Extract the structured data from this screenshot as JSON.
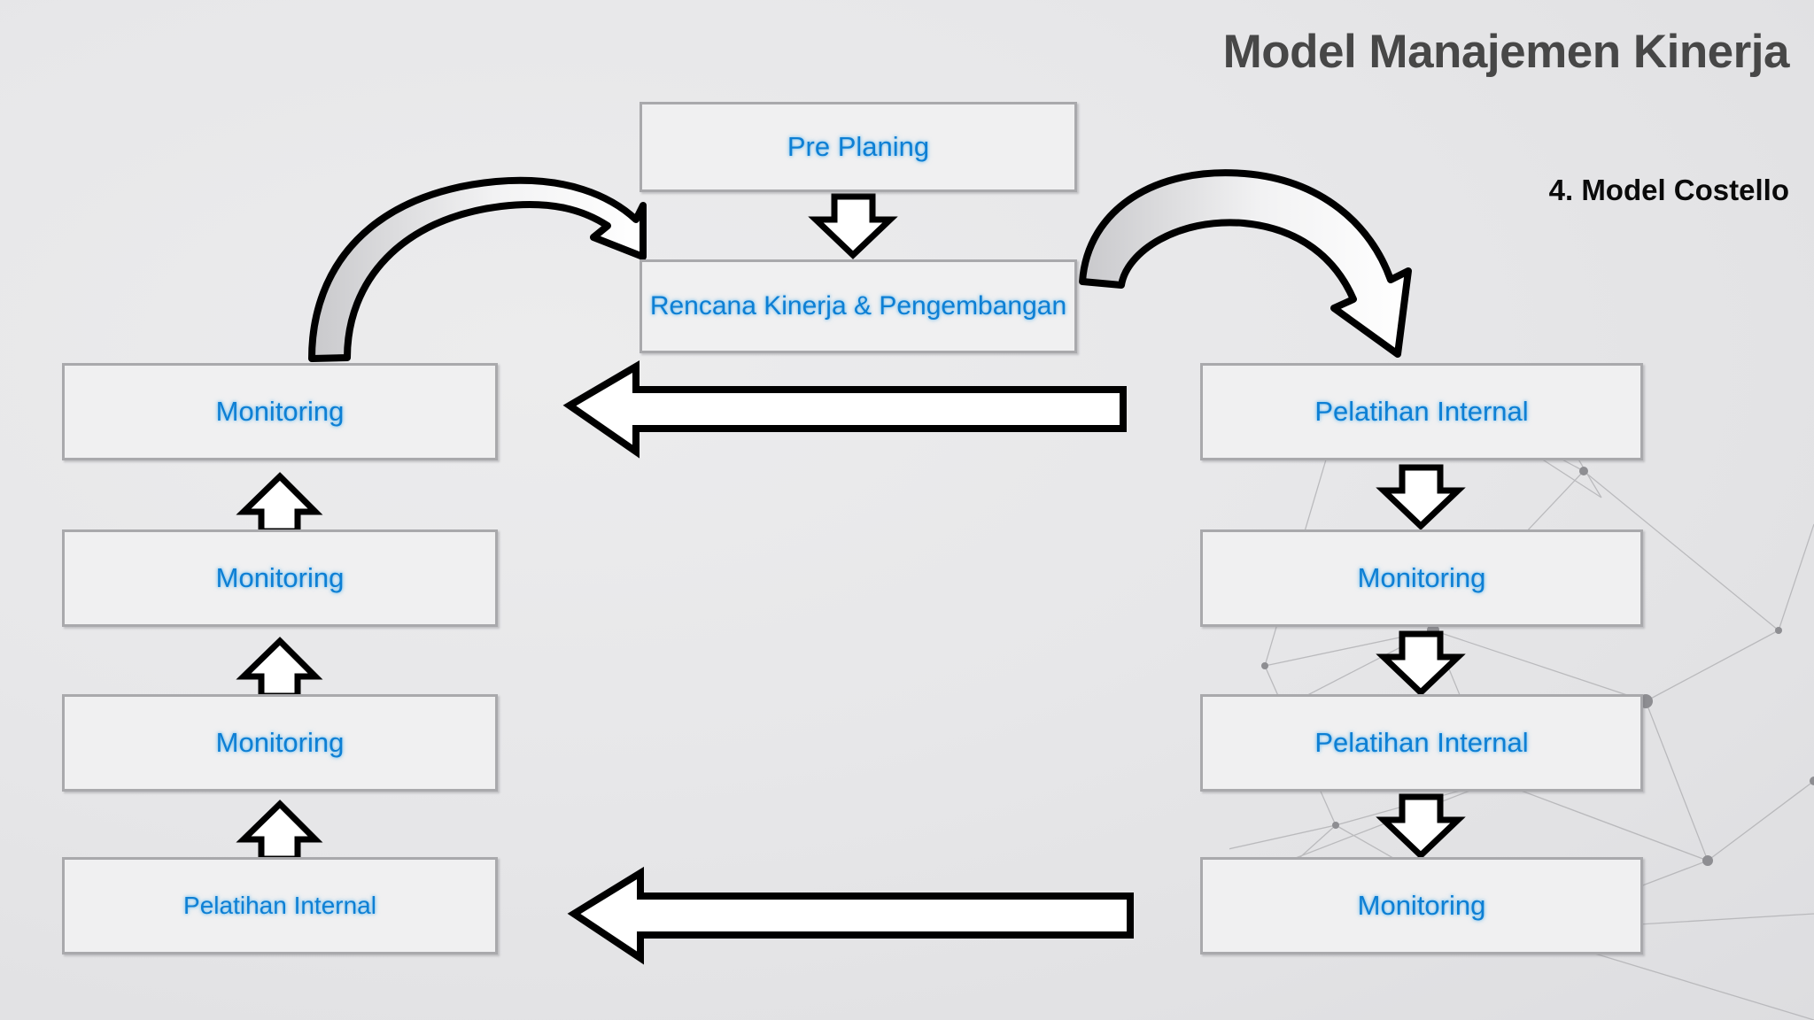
{
  "title": {
    "main": "Model Manajemen Kinerja",
    "sub": "4. Model Costello"
  },
  "colors": {
    "node_text": "#0d7fd4",
    "node_fill": "#f0f0f1",
    "node_border": "#a9a9ac",
    "title_main": "#474747",
    "title_sub": "#0a0a0a",
    "arrow_stroke": "#000000",
    "arrow_fill": "#ffffff",
    "background": "#e7e7e9"
  },
  "diagram": {
    "type": "flowchart",
    "center_column": [
      {
        "id": "pre-planing",
        "label": "Pre Planing"
      },
      {
        "id": "rencana",
        "label": "Rencana Kinerja & Pengembangan"
      }
    ],
    "left_column": [
      {
        "id": "left-1",
        "label": "Monitoring"
      },
      {
        "id": "left-2",
        "label": "Monitoring"
      },
      {
        "id": "left-3",
        "label": "Monitoring"
      },
      {
        "id": "left-4",
        "label": "Pelatihan Internal"
      }
    ],
    "right_column": [
      {
        "id": "right-1",
        "label": "Pelatihan Internal"
      },
      {
        "id": "right-2",
        "label": "Monitoring"
      },
      {
        "id": "right-3",
        "label": "Pelatihan Internal"
      },
      {
        "id": "right-4",
        "label": "Monitoring"
      }
    ],
    "connectors": [
      {
        "id": "down-pre-to-rencana",
        "kind": "block-arrow-down",
        "from": "pre-planing",
        "to": "rencana"
      },
      {
        "id": "curve-rencana-to-right",
        "kind": "curved-arrow",
        "from": "rencana",
        "to": "right-1"
      },
      {
        "id": "curve-left-to-rencana",
        "kind": "curved-arrow",
        "from": "left-1",
        "to": "rencana"
      },
      {
        "id": "down-right1-to-right2",
        "kind": "block-arrow-down",
        "from": "right-1",
        "to": "right-2"
      },
      {
        "id": "down-right2-to-right3",
        "kind": "block-arrow-down",
        "from": "right-2",
        "to": "right-3"
      },
      {
        "id": "down-right3-to-right4",
        "kind": "block-arrow-down",
        "from": "right-3",
        "to": "right-4"
      },
      {
        "id": "up-left2-to-left1",
        "kind": "block-arrow-up",
        "from": "left-2",
        "to": "left-1"
      },
      {
        "id": "up-left3-to-left2",
        "kind": "block-arrow-up",
        "from": "left-3",
        "to": "left-2"
      },
      {
        "id": "up-left4-to-left3",
        "kind": "block-arrow-up",
        "from": "left-4",
        "to": "left-3"
      },
      {
        "id": "long-left-arrow-top",
        "kind": "block-arrow-left",
        "from": "right-1",
        "to": "left-1"
      },
      {
        "id": "long-left-arrow-bottom",
        "kind": "block-arrow-left",
        "from": "right-4",
        "to": "left-4"
      }
    ]
  }
}
